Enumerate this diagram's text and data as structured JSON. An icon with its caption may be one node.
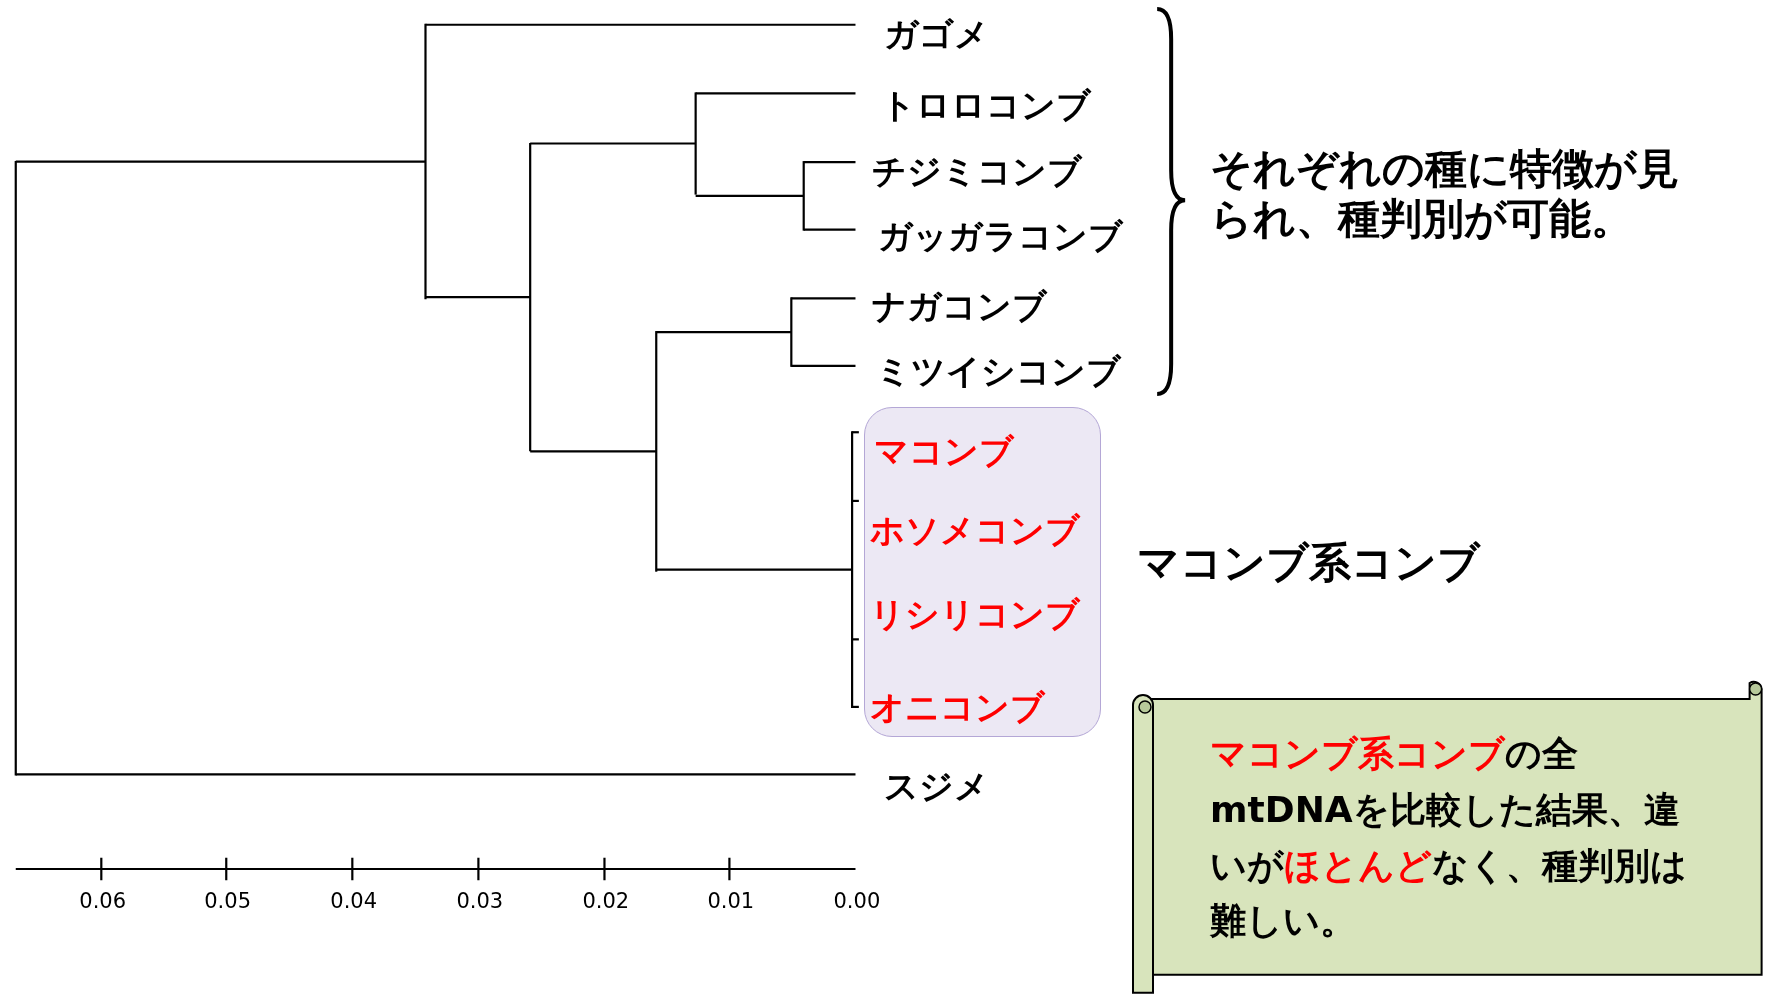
{
  "diagram": {
    "nodes": [
      {
        "text": [
          "ガゴメ"
        ]
      },
      {
        "text": [
          "トロロコンブ"
        ]
      },
      {
        "text": [
          "チジミコンブ"
        ]
      },
      {
        "text": [
          "ガッガラコンブ"
        ]
      },
      {
        "text": [
          "ナガコンブ"
        ]
      },
      {
        "text": [
          "ミツイシコンブ"
        ]
      },
      {
        "text": [],
        "shape": "box"
      },
      {
        "text": [
          "マコンブ"
        ],
        "in": 6
      },
      {
        "text": [
          "ホソメコンブ"
        ],
        "in": 6
      },
      {
        "text": [
          "リシリコンブ"
        ],
        "in": 6
      },
      {
        "text": [
          "オニコンブ"
        ],
        "in": 6
      },
      {
        "text": [
          "スジメ"
        ]
      },
      {
        "text": [
          "**マコンブ系コンブ**の全mtDNAを比較した結果、違いが**ほとんど**なく、種判別は難しい。"
        ]
      },
      {
        "text": [],
        "shape": "bar"
      },
      {
        "text": [],
        "shape": "bar"
      },
      {
        "text": [],
        "shape": "bar"
      },
      {
        "text": [],
        "shape": "bar"
      },
      {
        "text": [],
        "shape": "bar"
      },
      {
        "text": [],
        "shape": "bar"
      },
      {
        "text": [],
        "shape": "bar"
      },
      {
        "text": [],
        "shape": "bar"
      }
    ],
    "edges": [
      {
        "from": 13,
        "to": 14,
        "arrow": "none"
      },
      {
        "from": 13,
        "to": 11,
        "arrow": "none"
      },
      {
        "from": 14,
        "to": 0,
        "arrow": "none"
      },
      {
        "from": 14,
        "to": 15,
        "arrow": "none"
      },
      {
        "from": 15,
        "to": 17,
        "arrow": "none"
      },
      {
        "from": 15,
        "to": 16,
        "arrow": "none"
      },
      {
        "from": 17,
        "to": 1,
        "arrow": "none"
      },
      {
        "from": 17,
        "to": 19,
        "arrow": "none"
      },
      {
        "from": 19,
        "to": 2,
        "arrow": "none"
      },
      {
        "from": 19,
        "to": 3,
        "arrow": "none"
      },
      {
        "from": 16,
        "to": 18,
        "arrow": "none"
      },
      {
        "from": 16,
        "to": 20,
        "arrow": "none"
      },
      {
        "from": 18,
        "to": 4,
        "arrow": "none"
      },
      {
        "from": 18,
        "to": 5,
        "arrow": "none"
      },
      {
        "from": 20,
        "to": 7,
        "arrow": "none"
      },
      {
        "from": 20,
        "to": 8,
        "arrow": "none"
      },
      {
        "from": 20,
        "to": 9,
        "arrow": "none"
      },
      {
        "from": 20,
        "to": 10,
        "arrow": "none"
      }
    ],
    "labels": [
      "それぞれの種に特徴が見られ、種判別が可能。",
      "マコンブ系コンブ",
      "0.06",
      "0.05",
      "0.04",
      "0.03",
      "0.02",
      "0.01",
      "0.00"
    ]
  }
}
